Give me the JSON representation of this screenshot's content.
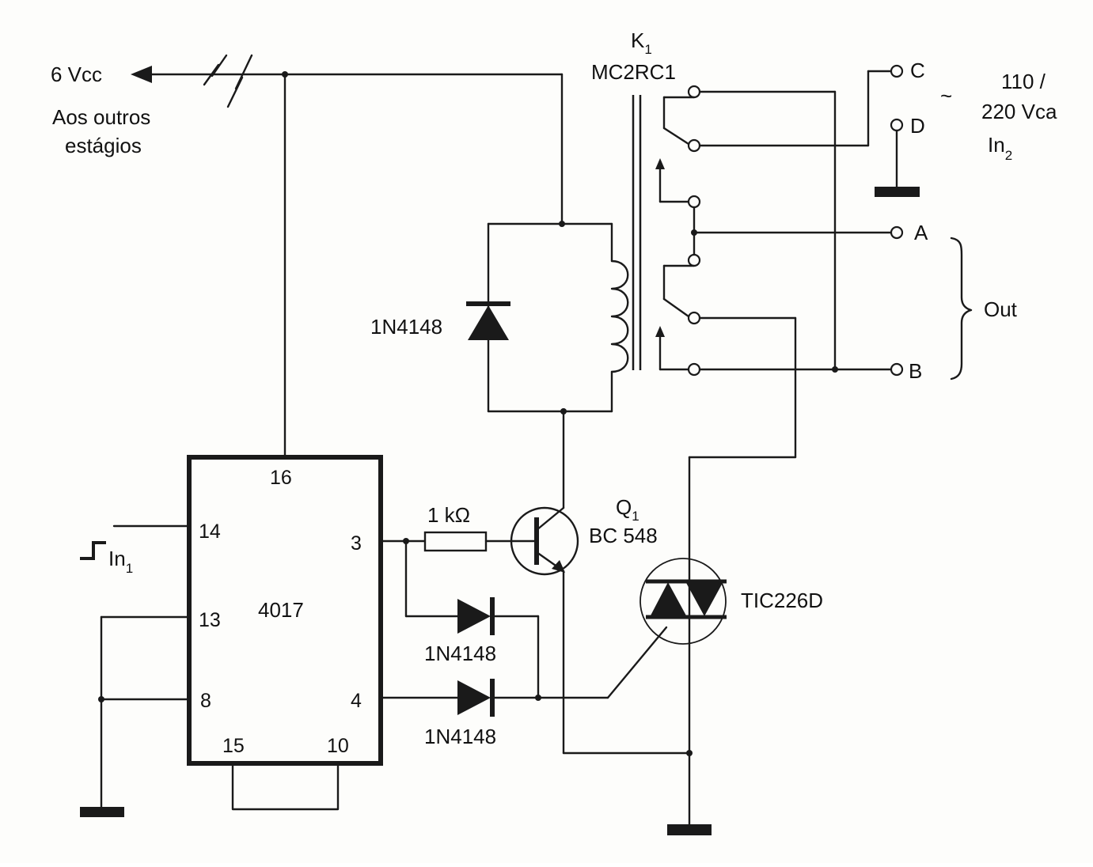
{
  "supply": {
    "voltage": "6 Vcc",
    "note_line1": "Aos outros",
    "note_line2": "estágios"
  },
  "relay": {
    "ref": "K",
    "ref_sub": "1",
    "model": "MC2RC1"
  },
  "mains": {
    "tilde": "~",
    "line1": "110 /",
    "line2": "220 Vca",
    "input": "In",
    "input_sub": "2"
  },
  "terminals": {
    "c": "C",
    "d": "D",
    "a": "A",
    "b": "B",
    "out": "Out"
  },
  "ic": {
    "name": "4017",
    "pins": {
      "p16": "16",
      "p14": "14",
      "p13": "13",
      "p8": "8",
      "p15": "15",
      "p10": "10",
      "p3": "3",
      "p4": "4"
    }
  },
  "input": {
    "label": "In",
    "label_sub": "1"
  },
  "resistor": {
    "value": "1 kΩ"
  },
  "diodes": {
    "relay_diode": "1N4148",
    "d_upper": "1N4148",
    "d_lower": "1N4148"
  },
  "transistor": {
    "ref": "Q",
    "ref_sub": "1",
    "model": "BC 548"
  },
  "triac": {
    "model": "TIC226D"
  }
}
